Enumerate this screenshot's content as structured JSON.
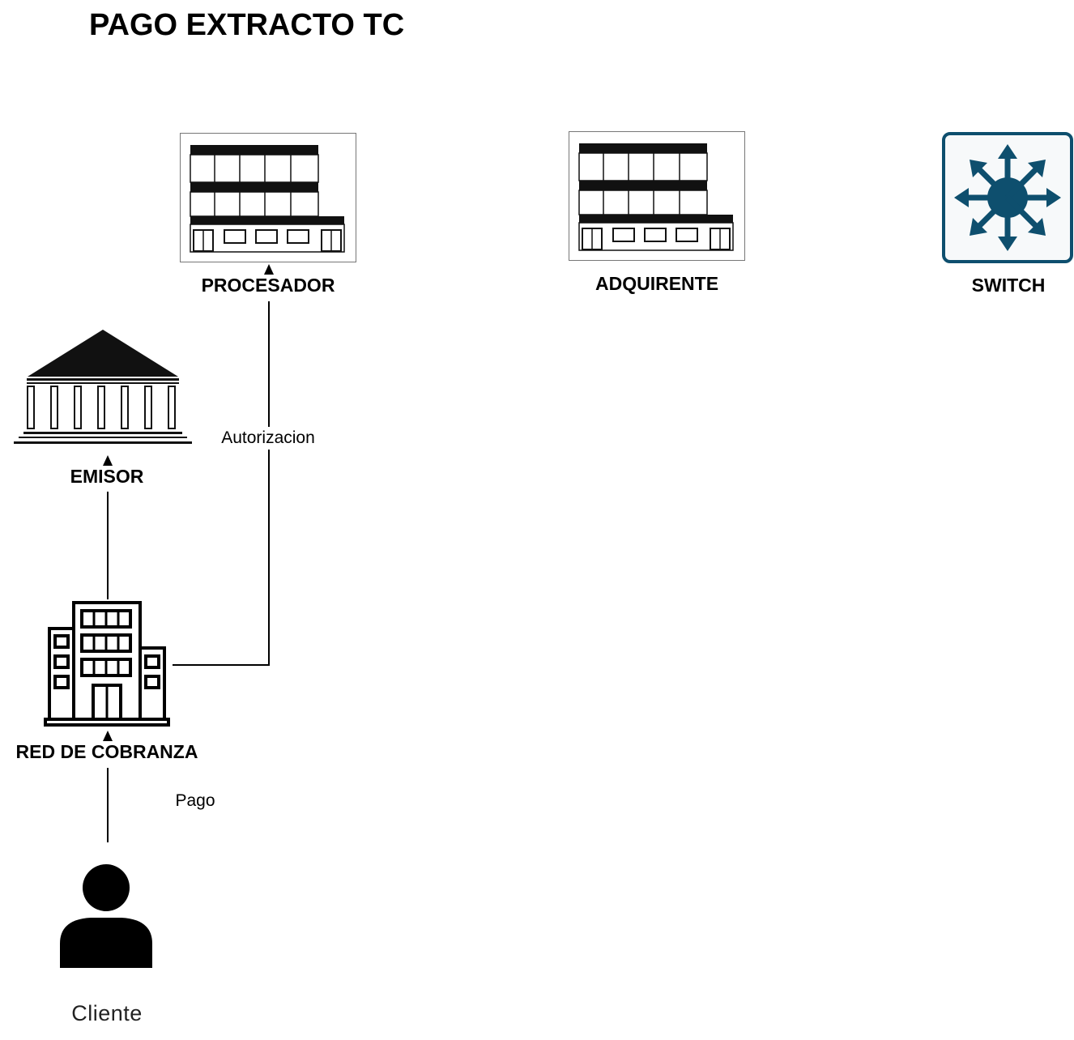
{
  "title": "PAGO EXTRACTO TC",
  "nodes": {
    "procesador": {
      "label": "PROCESADOR",
      "icon": "office-building-icon"
    },
    "adquirente": {
      "label": "ADQUIRENTE",
      "icon": "office-building-icon"
    },
    "switch": {
      "label": "SWITCH",
      "icon": "network-switch-icon"
    },
    "emisor": {
      "label": "EMISOR",
      "icon": "bank-icon"
    },
    "red_cobranza": {
      "label": "RED DE COBRANZA",
      "icon": "tower-building-icon"
    },
    "cliente": {
      "label": "Cliente",
      "icon": "user-icon"
    }
  },
  "edges": [
    {
      "from": "cliente",
      "to": "red_cobranza",
      "label": "Pago"
    },
    {
      "from": "red_cobranza",
      "to": "procesador",
      "label": "Autorizacion"
    },
    {
      "from": "red_cobranza",
      "to": "emisor",
      "label": ""
    }
  ],
  "colors": {
    "switch_accent": "#0e4f6e",
    "line": "#000000"
  }
}
